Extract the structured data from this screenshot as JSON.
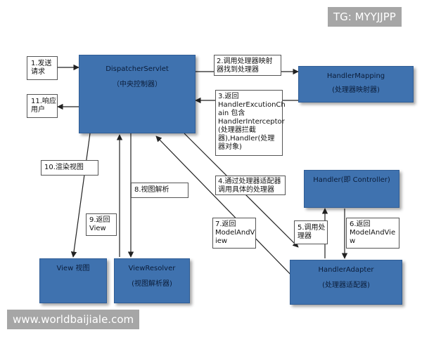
{
  "watermarks": {
    "top": "TG: MYYJJPP",
    "bottom": "www.worldbaijiale.com"
  },
  "nodes": {
    "dispatcher": {
      "title": "DispatcherServlet",
      "subtitle": "（中央控制器）"
    },
    "handler_mapping": {
      "title": "HandlerMapping",
      "subtitle": "(处理器映射器)"
    },
    "handler": {
      "title": "Handler(即 Controller)"
    },
    "view": {
      "title": "View 视图"
    },
    "view_resolver": {
      "title": "ViewResolver",
      "subtitle": "(视图解析器)"
    },
    "handler_adapter": {
      "title": "HandlerAdapter",
      "subtitle": "(处理器适配器)"
    }
  },
  "steps": {
    "s1": "1.发送\n请求",
    "s2": "2.调用处理器映射\n器找到处理器",
    "s3": "3.返回\nHandlerExcutionCh\nain 包含\nHandlerInterceptor\n(处理器拦截\n器),Handler(处理\n器对象)",
    "s4": "4.通过处理器适配器\n调用具体的处理器",
    "s5": "5.调用处\n理器",
    "s6": "6.返回\nModelAndVie\nw",
    "s7": "7.返回\nModelAndV\niew",
    "s8": "8.视图解析",
    "s9": "9.返回\nView",
    "s10": "10.渲染视图",
    "s11": "11.响应\n用户"
  }
}
